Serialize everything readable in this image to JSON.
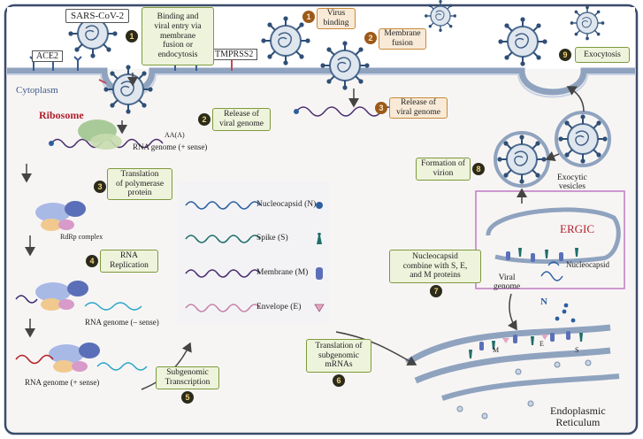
{
  "labels": {
    "sars": "SARS-CoV-2",
    "ace2": "ACE2",
    "tmprss2": "TMPRSS2",
    "cytoplasm": "Cytoplasm",
    "ribosome": "Ribosome",
    "aa": "AA(A)",
    "rna_plus_top": "RNA genome (+ sense)",
    "rdrp": "RdRp complex",
    "rna_minus": "RNA genome (– sense)",
    "rna_plus_bottom": "RNA genome (+ sense)",
    "exocytic": "Exocytic\nvesicles",
    "ergic": "ERGIC",
    "nucleocapsid_label": "Nucleocapsid",
    "viral_genome": "Viral\ngenome",
    "n_letter": "N",
    "m_letter": "M",
    "e_letter": "E",
    "s_letter": "S",
    "er": "Endoplasmic\nReticulum"
  },
  "legend": [
    {
      "text": "Nucleocapsid (N)",
      "color": "#2d5fa0"
    },
    {
      "text": "Spike (S)",
      "color": "#1f6f6a"
    },
    {
      "text": "Membrane (M)",
      "color": "#4a2e6e"
    },
    {
      "text": "Envelope (E)",
      "color": "#c784a8"
    }
  ],
  "steps": {
    "s1": {
      "num": "1",
      "text": "Binding and\nviral entry via\nmembrane\nfusion or\nendocytosis"
    },
    "s2": {
      "num": "2",
      "text": "Release of\nviral genome"
    },
    "s3": {
      "num": "3",
      "text": "Translation\nof polymerase\nprotein"
    },
    "s4": {
      "num": "4",
      "text": "RNA\nReplication"
    },
    "s5": {
      "num": "5",
      "text": "Subgenomic\nTranscription"
    },
    "s6": {
      "num": "6",
      "text": "Translation of\nsubgenomic\nmRNAs"
    },
    "s7": {
      "num": "7",
      "text": "Nucleocapsid\ncombine with S, E,\nand M proteins"
    },
    "s8": {
      "num": "8",
      "text": "Formation of\nvirion"
    },
    "s9": {
      "num": "9",
      "text": "Exocytosis"
    },
    "f1": {
      "num": "1",
      "text": "Virus\nbinding"
    },
    "f2": {
      "num": "2",
      "text": "Membrane\nfusion"
    },
    "f3": {
      "num": "3",
      "text": "Release of\nviral genome"
    }
  }
}
